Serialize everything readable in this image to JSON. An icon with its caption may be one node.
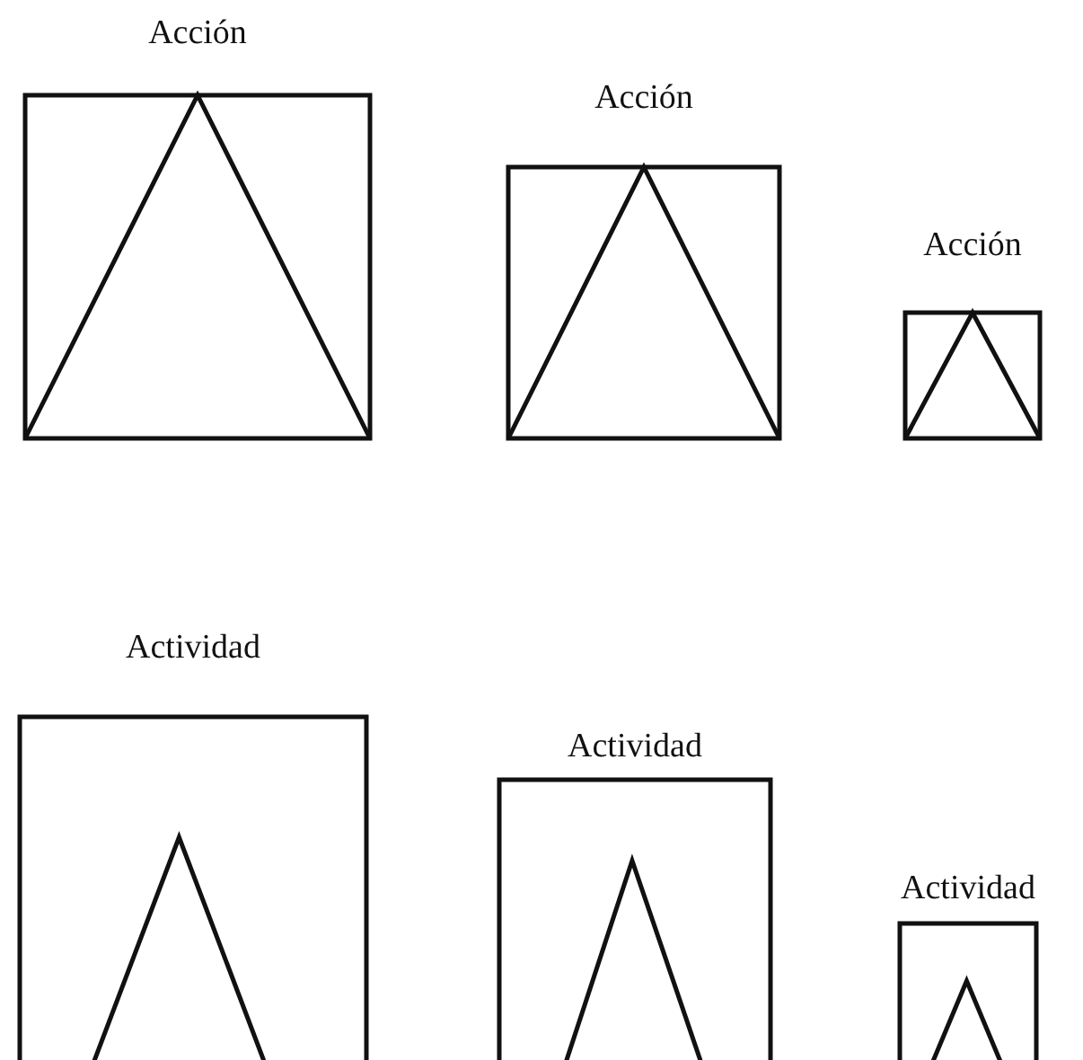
{
  "diagram": {
    "nodes": [
      {
        "text": [
          "Acción"
        ]
      },
      {
        "text": [
          "Acción"
        ]
      },
      {
        "text": [
          "Acción"
        ]
      },
      {
        "text": [
          "Actividad"
        ]
      },
      {
        "text": [
          "Actividad"
        ]
      },
      {
        "text": [
          "Actividad"
        ]
      }
    ]
  }
}
